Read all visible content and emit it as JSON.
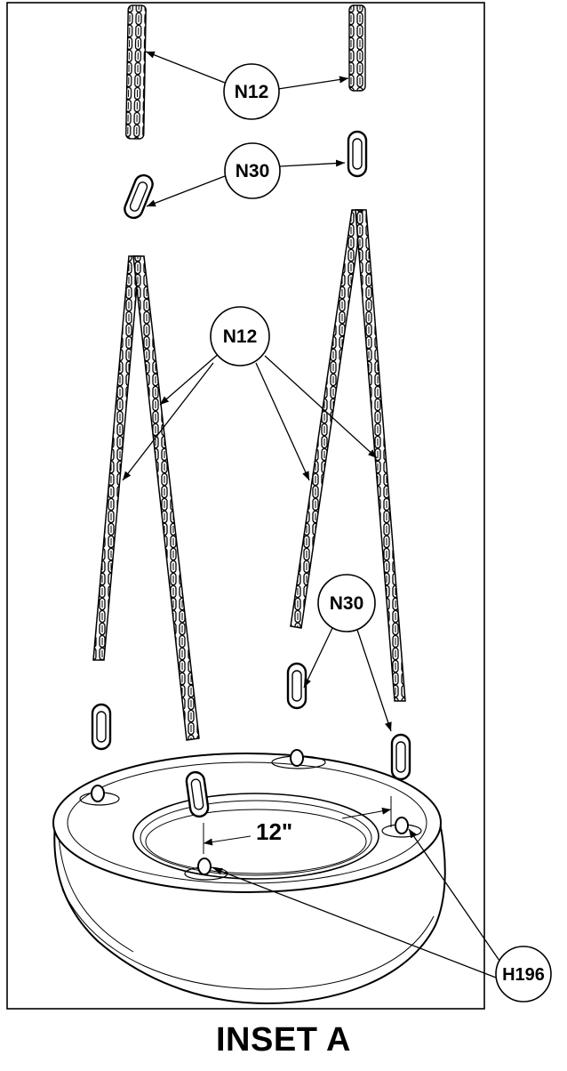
{
  "caption": "INSET A",
  "callouts": {
    "top_chain": "N12",
    "top_link": "N30",
    "mid_chain": "N12",
    "lower_link": "N30",
    "eye_bolt": "H196"
  },
  "dimension": "12\""
}
